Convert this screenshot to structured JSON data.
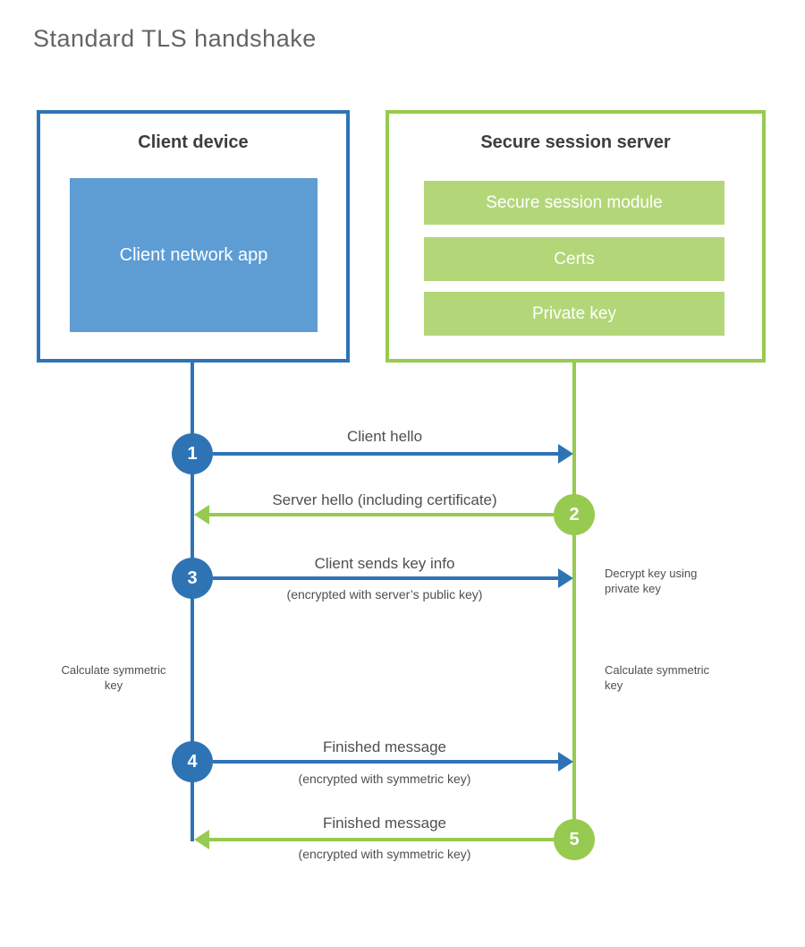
{
  "title": "Standard TLS handshake",
  "colors": {
    "blue": "#2e74b5",
    "blue_light": "#5e9cd4",
    "green": "#97ca50",
    "green_light": "#b3d778"
  },
  "client_box": {
    "title": "Client device",
    "app": "Client network app"
  },
  "server_box": {
    "title": "Secure session server",
    "modules": [
      "Secure session module",
      "Certs",
      "Private key"
    ]
  },
  "steps": [
    {
      "num": "1",
      "label": "Client hello",
      "sublabel": "",
      "direction": "right",
      "color": "blue"
    },
    {
      "num": "2",
      "label": "Server hello (including certificate)",
      "sublabel": "",
      "direction": "left",
      "color": "green"
    },
    {
      "num": "3",
      "label": "Client sends key info",
      "sublabel": "(encrypted with server’s public key)",
      "direction": "right",
      "color": "blue"
    },
    {
      "num": "4",
      "label": "Finished message",
      "sublabel": "(encrypted with symmetric key)",
      "direction": "right",
      "color": "blue"
    },
    {
      "num": "5",
      "label": "Finished message",
      "sublabel": "(encrypted with symmetric key)",
      "direction": "left",
      "color": "green"
    }
  ],
  "notes": {
    "decrypt": "Decrypt key using private key",
    "calc_left": "Calculate symmetric key",
    "calc_right": "Calculate symmetric key"
  }
}
